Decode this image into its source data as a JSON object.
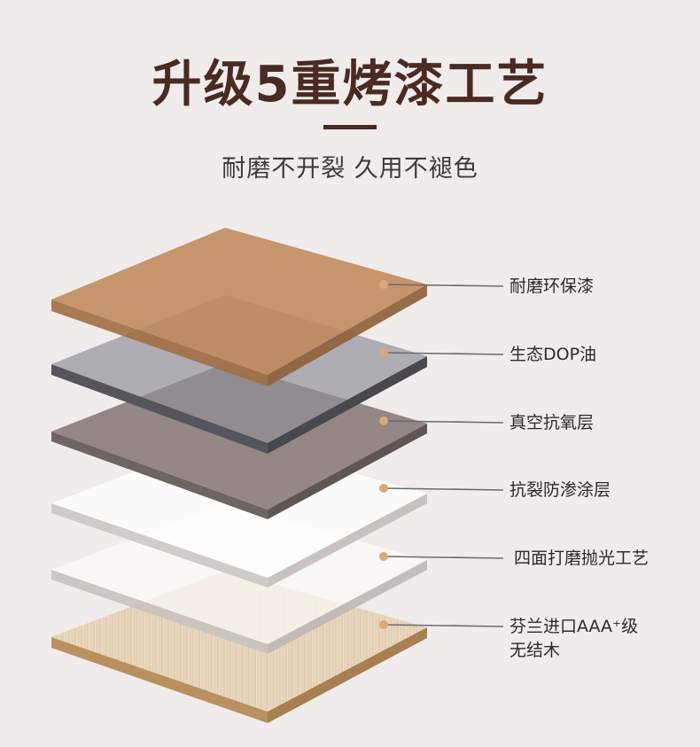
{
  "heading": {
    "title": "升级5重烤漆工艺",
    "subtitle": "耐磨不开裂 久用不褪色"
  },
  "colors": {
    "title": "#4a2a22",
    "dot": "#d9a977",
    "leader_line": "#6b6b6b",
    "background": "#f0ecec"
  },
  "layers": [
    {
      "label": "耐磨环保漆",
      "color": "#c0895a"
    },
    {
      "label": "生态DOP油",
      "color": "#9b9ba3"
    },
    {
      "label": "真空抗氧层",
      "color": "#8b7d7b"
    },
    {
      "label": "抗裂防渗涂层",
      "color": "#ffffff"
    },
    {
      "label": "四面打磨抛光工艺",
      "color": "#fbfafa"
    },
    {
      "label_line1": "芬兰进口AAA⁺级",
      "label_line2": "无结木",
      "color": "#e8d6bd"
    }
  ]
}
